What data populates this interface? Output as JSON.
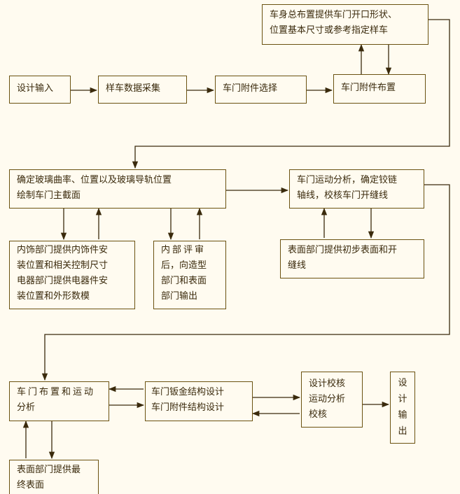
{
  "nodes": {
    "body_layout": [
      "车身总布置提供车门开口形状、",
      "位置基本尺寸或参考指定样车"
    ],
    "design_input": "设计输入",
    "sample_data": "样车数据采集",
    "door_accessory_select": "车门附件选择",
    "door_accessory_layout": "车门附件布置",
    "glass_section": [
      "确定玻璃曲率、位置以及玻璃导轨位置",
      "绘制车门主截面"
    ],
    "motion_analysis": [
      "车门运动分析，确定铰链",
      "轴线，校核车门开缝线"
    ],
    "interior_dept": [
      "内饰部门提供内饰件安",
      "装位置和相关控制尺寸",
      "电器部门提供电器件安",
      "装位置和外形数模"
    ],
    "internal_review": [
      "内部评审",
      "后，向造型",
      "部门和表面",
      "部门输出"
    ],
    "surface_initial": [
      "表面部门提供初步表面和开",
      "缝线"
    ],
    "door_layout_motion": [
      "车门布置和运动",
      "分析"
    ],
    "sheet_metal": [
      "车门钣金结构设计",
      "车门附件结构设计"
    ],
    "design_check": [
      "设计校核",
      "运动分析",
      "校核"
    ],
    "design_output": [
      "设",
      "计",
      "输",
      "出"
    ],
    "surface_final": [
      "表面部门提供最",
      "终表面"
    ]
  }
}
